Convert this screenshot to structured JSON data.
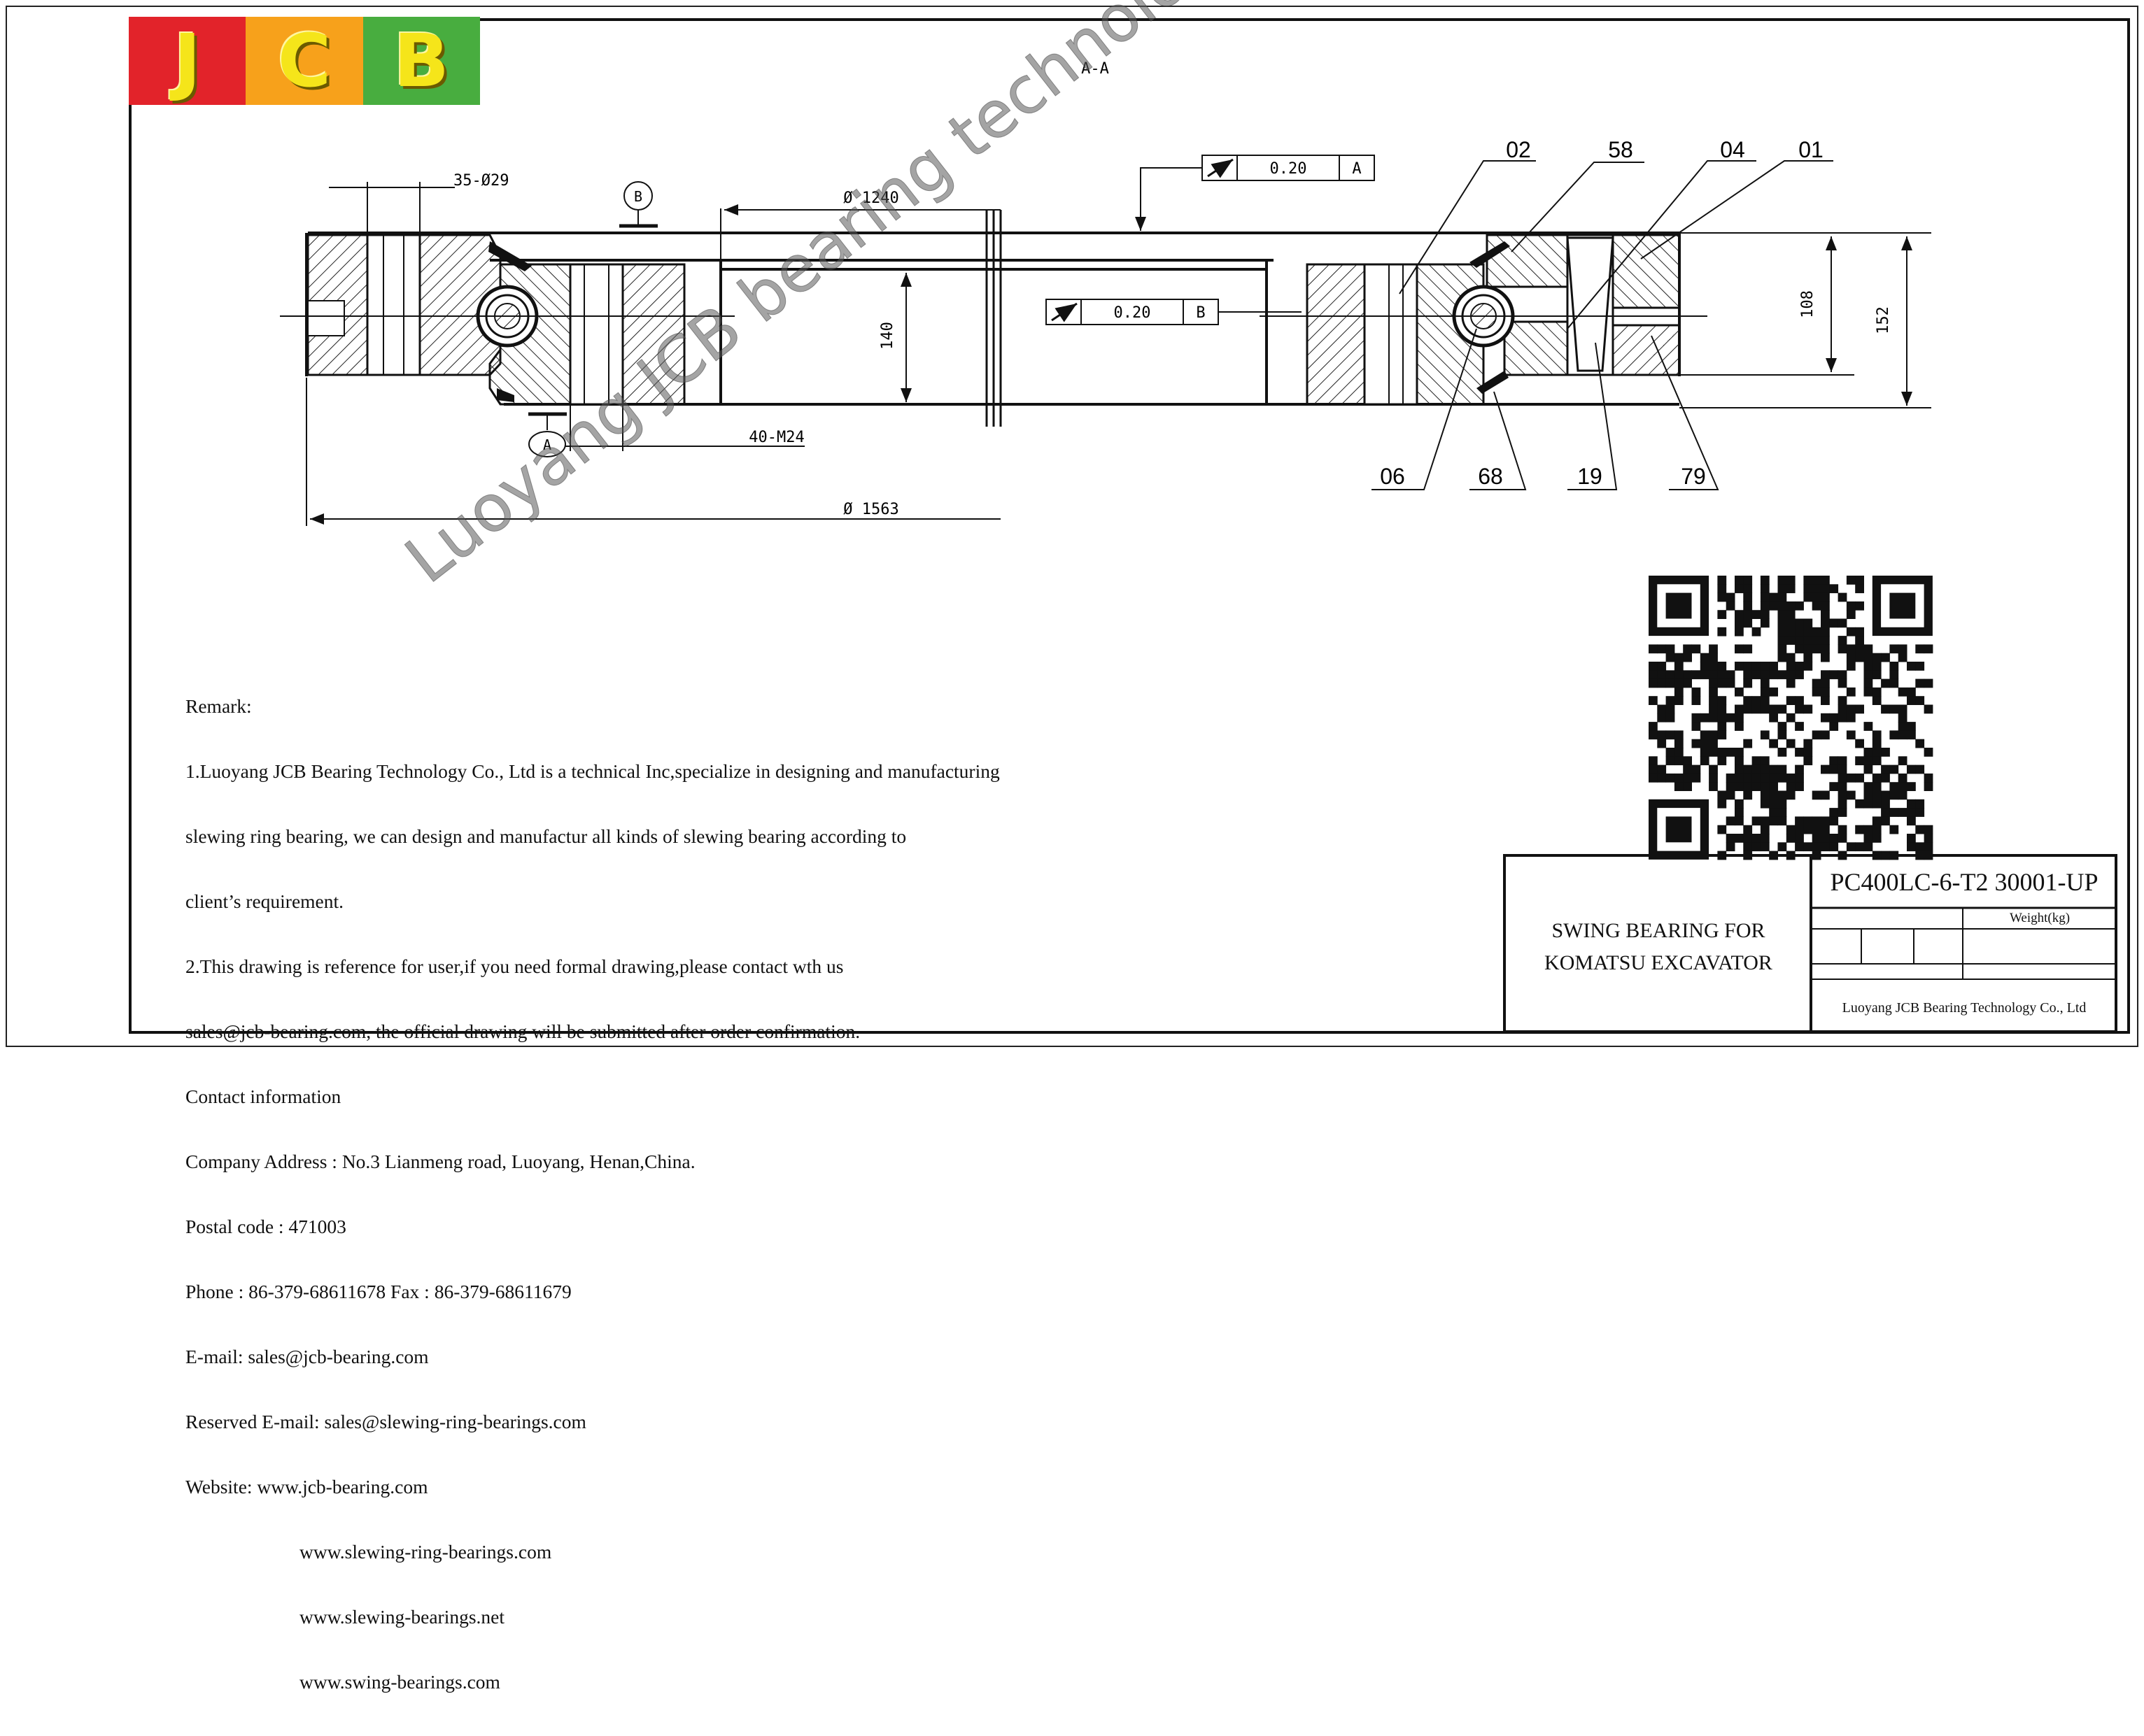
{
  "logo": {
    "letters": [
      "J",
      "C",
      "B"
    ]
  },
  "drawing": {
    "section_label": "A-A",
    "dimensions": {
      "bolt_holes_outer": "35-Ø29",
      "inner_diameter": "Ø 1240",
      "outer_diameter": "Ø 1563",
      "tapped_holes": "40-M24",
      "height_inner": "140",
      "height_108": "108",
      "height_total": "152"
    },
    "datum_b": "B",
    "datum_a": "A",
    "tolerance_top": {
      "value": "0.20",
      "datum": "A"
    },
    "tolerance_mid": {
      "value": "0.20",
      "datum": "B"
    },
    "part_numbers_top": [
      "02",
      "58",
      "04",
      "01"
    ],
    "part_numbers_bottom": [
      "06",
      "68",
      "19",
      "79"
    ]
  },
  "remark_lines": [
    "Remark:",
    "1.Luoyang JCB Bearing Technology Co., Ltd is a technical Inc,specialize in designing and manufacturing",
    "slewing ring bearing, we can design and manufactur all kinds of slewing bearing according to",
    "client’s requirement.",
    "2.This drawing is reference for user,if you need formal drawing,please contact wth us",
    "sales@jcb-bearing.com, the official drawing will be submitted after order confirmation.",
    "Contact information",
    "Company Address : No.3 Lianmeng road, Luoyang, Henan,China.",
    "Postal code : 471003",
    "Phone : 86-379-68611678 Fax : 86-379-68611679",
    "E-mail: sales@jcb-bearing.com",
    "Reserved E-mail: sales@slewing-ring-bearings.com",
    "Website: www.jcb-bearing.com"
  ],
  "website_extra": [
    "www.slewing-ring-bearings.com",
    "www.slewing-bearings.net",
    "www.swing-bearings.com"
  ],
  "watermark": "Luoyang JCB bearing technology company limited",
  "title_block": {
    "product_line1": "SWING BEARING FOR",
    "product_line2": "KOMATSU EXCAVATOR",
    "part_number": "PC400LC-6-T2 30001-UP",
    "weight_label": "Weight(kg)",
    "company": "Luoyang JCB Bearing Technology Co., Ltd"
  }
}
